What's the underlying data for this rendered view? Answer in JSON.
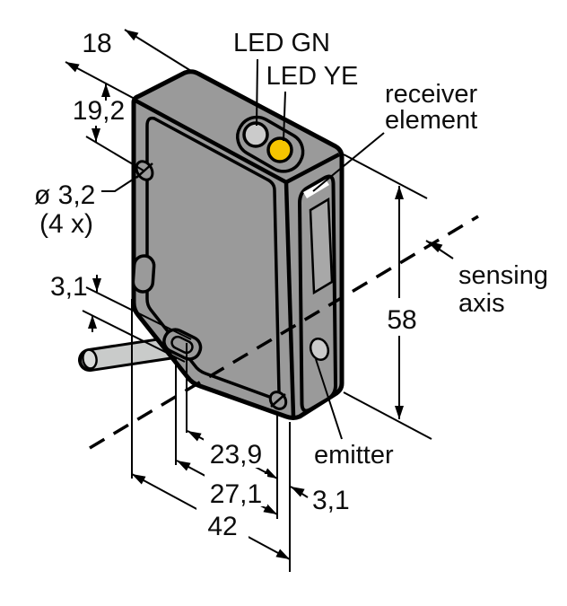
{
  "figure": {
    "type": "sensor-dimension-drawing",
    "labels": {
      "led_green": "LED GN",
      "led_yellow": "LED YE",
      "receiver_line1": "receiver",
      "receiver_line2": "element",
      "sensing_line1": "sensing",
      "sensing_line2": "axis",
      "emitter": "emitter"
    },
    "dimensions": {
      "top_width": "18",
      "hole_offset": "19,2",
      "hole_diameter": "ø 3,2",
      "hole_count": "(4 x)",
      "cable_offset": "3,1",
      "height": "58",
      "gland_to_lens": "23,9",
      "gland_to_front": "27,1",
      "overall_depth": "42",
      "lens_offset": "3,1"
    },
    "colors": {
      "body": "#9a9a9a",
      "outline": "#000000",
      "led_yellow": "#f6c500",
      "led_neutral": "#cbcbcb",
      "window": "#a8a8a8",
      "cable": "#c9cbca",
      "cable_end": "#d9dbda",
      "background": "#ffffff"
    }
  }
}
